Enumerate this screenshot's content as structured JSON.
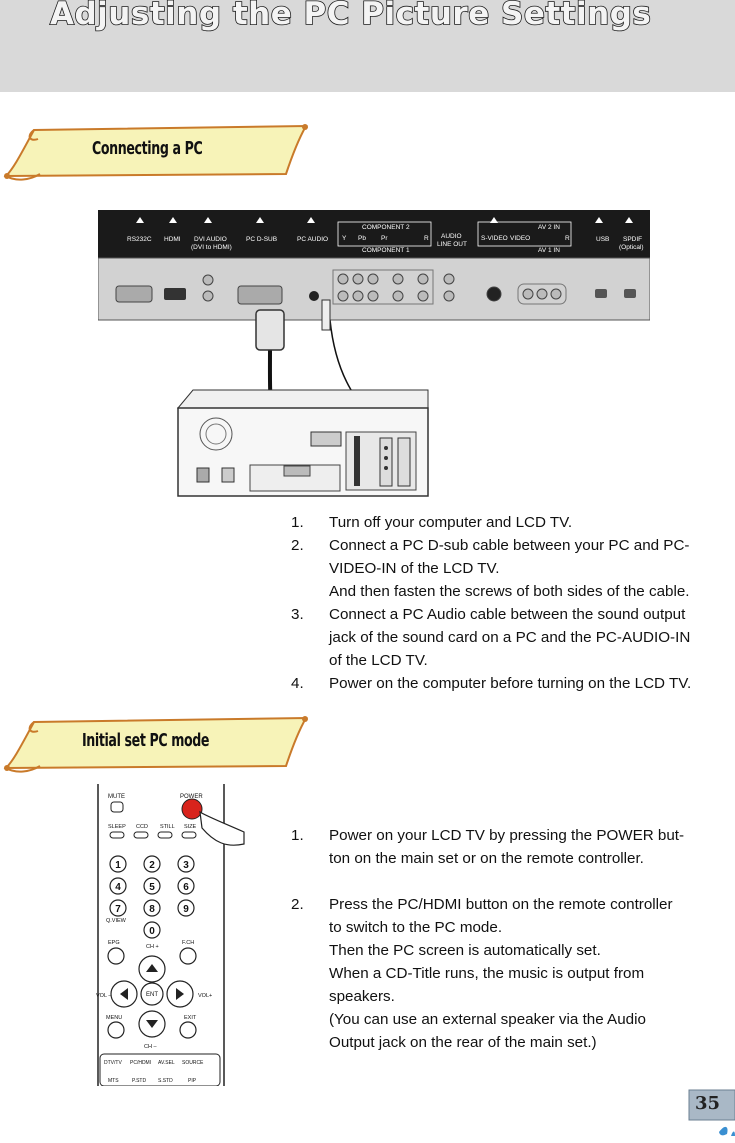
{
  "page": {
    "title": "Adjusting the PC Picture Settings",
    "page_number": "35"
  },
  "sections": {
    "connecting": {
      "heading": "Connecting a PC",
      "steps": [
        {
          "num": "1.",
          "lines": [
            "Turn off your computer and LCD TV."
          ]
        },
        {
          "num": "2.",
          "lines": [
            "Connect a PC D-sub cable between your PC and PC-",
            "VIDEO-IN of the LCD TV.",
            "And then fasten the screws of both sides of the cable."
          ]
        },
        {
          "num": "3.",
          "lines": [
            "Connect a PC Audio cable between the sound output",
            "jack of the sound card on a PC and the PC-AUDIO-IN",
            "of the LCD TV."
          ]
        },
        {
          "num": "4.",
          "lines": [
            "Power on the computer before turning on the LCD TV."
          ]
        }
      ]
    },
    "initial": {
      "heading": "Initial set PC mode",
      "steps": [
        {
          "num": "1.",
          "lines": [
            "Power on your LCD TV by pressing the POWER but-",
            "ton on the main set or on the remote controller."
          ]
        },
        {
          "num": "2.",
          "lines": [
            "Press the PC/HDMI button on the remote controller",
            "to switch to the PC mode.",
            "Then the PC screen is automatically set.",
            "When a CD-Title runs, the music is output from",
            "speakers.",
            "(You can use an external speaker via the Audio",
            "Output jack on the rear of the main set.)"
          ]
        }
      ]
    }
  },
  "tv_panel": {
    "labels": [
      "RS232C",
      "HDMI",
      "DVI AUDIO",
      "(DVI to HDMI)",
      "PC D-SUB",
      "PC AUDIO",
      "COMPONENT 2",
      "Y",
      "Pb",
      "Pr",
      "R",
      "COMPONENT 1",
      "AUDIO",
      "LINE OUT",
      "AV 2 IN",
      "S-VIDEO",
      "VIDEO",
      "AV 1 IN",
      "USB",
      "SPDIF",
      "(Optical)"
    ]
  },
  "remote": {
    "buttons": {
      "mute": "MUTE",
      "power": "POWER",
      "sleep": "SLEEP",
      "ccd": "CCD",
      "still": "STILL",
      "size": "SIZE",
      "digits": [
        "1",
        "2",
        "3",
        "4",
        "5",
        "6",
        "7",
        "8",
        "9",
        "0"
      ],
      "qview": "Q.VIEW",
      "epg": "EPG",
      "fch": "F.CH",
      "ch_plus": "CH +",
      "ch_minus": "CH –",
      "vol_minus": "VOL –",
      "vol_plus": "VOL+",
      "ent": "ENT",
      "menu": "MENU",
      "exit": "EXIT",
      "dtv_tv": "DTV/TV",
      "pc_hdmi": "PC/HDMI",
      "av_sel": "AV.SEL",
      "source": "SOURCE",
      "mts": "MTS",
      "p_std": "P.STD",
      "s_std": "S.STD",
      "pip": "PIP"
    }
  },
  "colors": {
    "header_bg": "#d9d9d9",
    "banner_fill": "#f7f3b8",
    "banner_edge": "#c97a2a",
    "panel_dark": "#1a1a1a",
    "panel_body": "#d2d2d2",
    "power_red": "#d8231c"
  }
}
